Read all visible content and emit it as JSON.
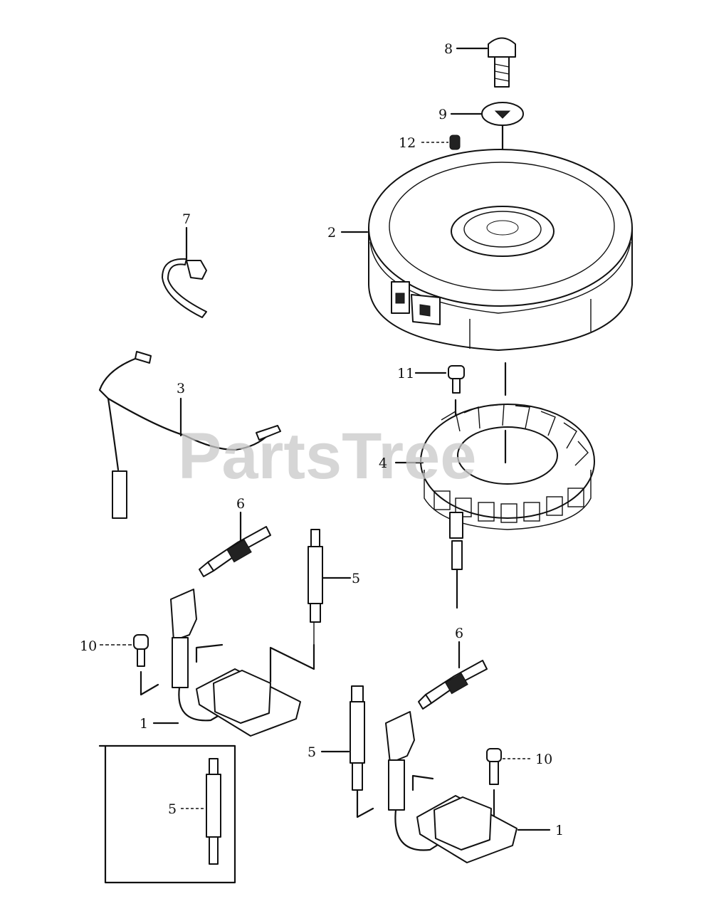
{
  "watermark": "PartsTree",
  "callouts": [
    {
      "id": "callout-8",
      "text": "8"
    },
    {
      "id": "callout-9",
      "text": "9"
    },
    {
      "id": "callout-12",
      "text": "12"
    },
    {
      "id": "callout-2",
      "text": "2"
    },
    {
      "id": "callout-7",
      "text": "7"
    },
    {
      "id": "callout-11",
      "text": "11"
    },
    {
      "id": "callout-3",
      "text": "3"
    },
    {
      "id": "callout-4",
      "text": "4"
    },
    {
      "id": "callout-6-upper",
      "text": "6"
    },
    {
      "id": "callout-5-upper",
      "text": "5"
    },
    {
      "id": "callout-10-left",
      "text": "10"
    },
    {
      "id": "callout-6-lower",
      "text": "6"
    },
    {
      "id": "callout-1-left",
      "text": "1"
    },
    {
      "id": "callout-10-right",
      "text": "10"
    },
    {
      "id": "callout-5-lower",
      "text": "5"
    },
    {
      "id": "callout-1-right",
      "text": "1"
    },
    {
      "id": "callout-5-inset",
      "text": "5"
    }
  ]
}
